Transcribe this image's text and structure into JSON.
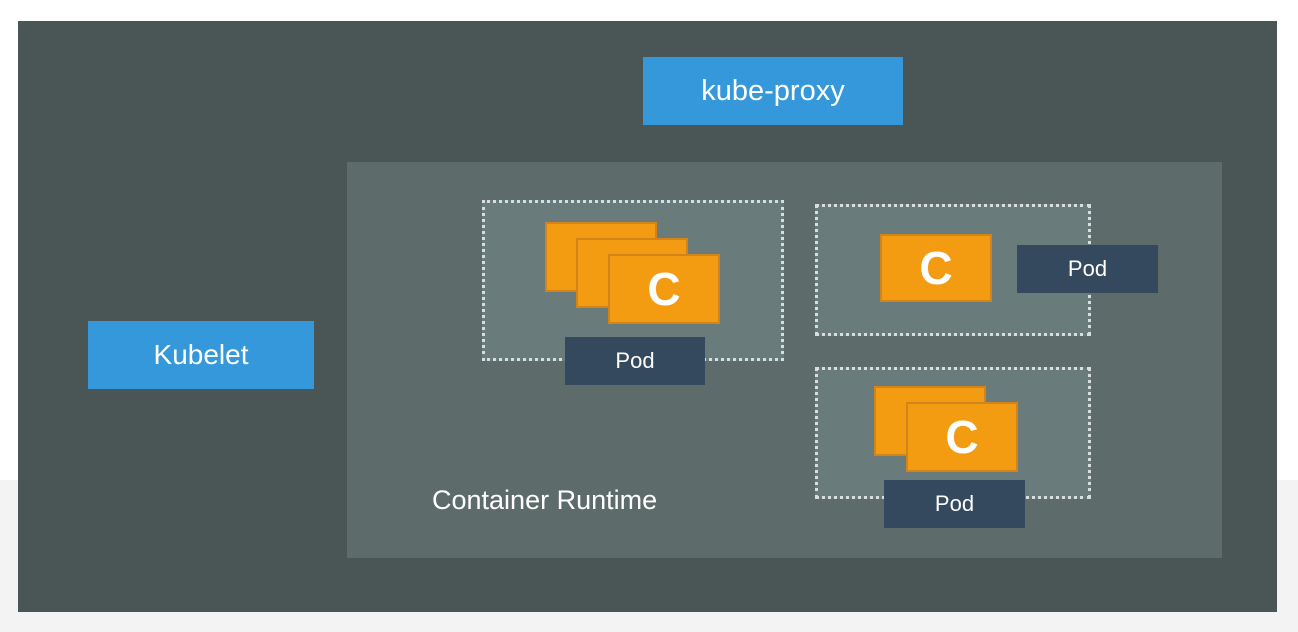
{
  "diagram": {
    "kube_proxy": "kube-proxy",
    "kubelet": "Kubelet",
    "container_runtime": "Container Runtime",
    "pods": [
      {
        "label": "Pod",
        "container_label": "C",
        "stack_count": 3
      },
      {
        "label": "Pod",
        "container_label": "C",
        "stack_count": 1
      },
      {
        "label": "Pod",
        "container_label": "C",
        "stack_count": 2
      }
    ]
  },
  "colors": {
    "node_background": "#4a5556",
    "runtime_background": "#5e6b6b",
    "pod_background": "#6a7b7c",
    "component_blue": "#3498db",
    "pod_label": "#34495e",
    "container_orange": "#f39c12"
  }
}
